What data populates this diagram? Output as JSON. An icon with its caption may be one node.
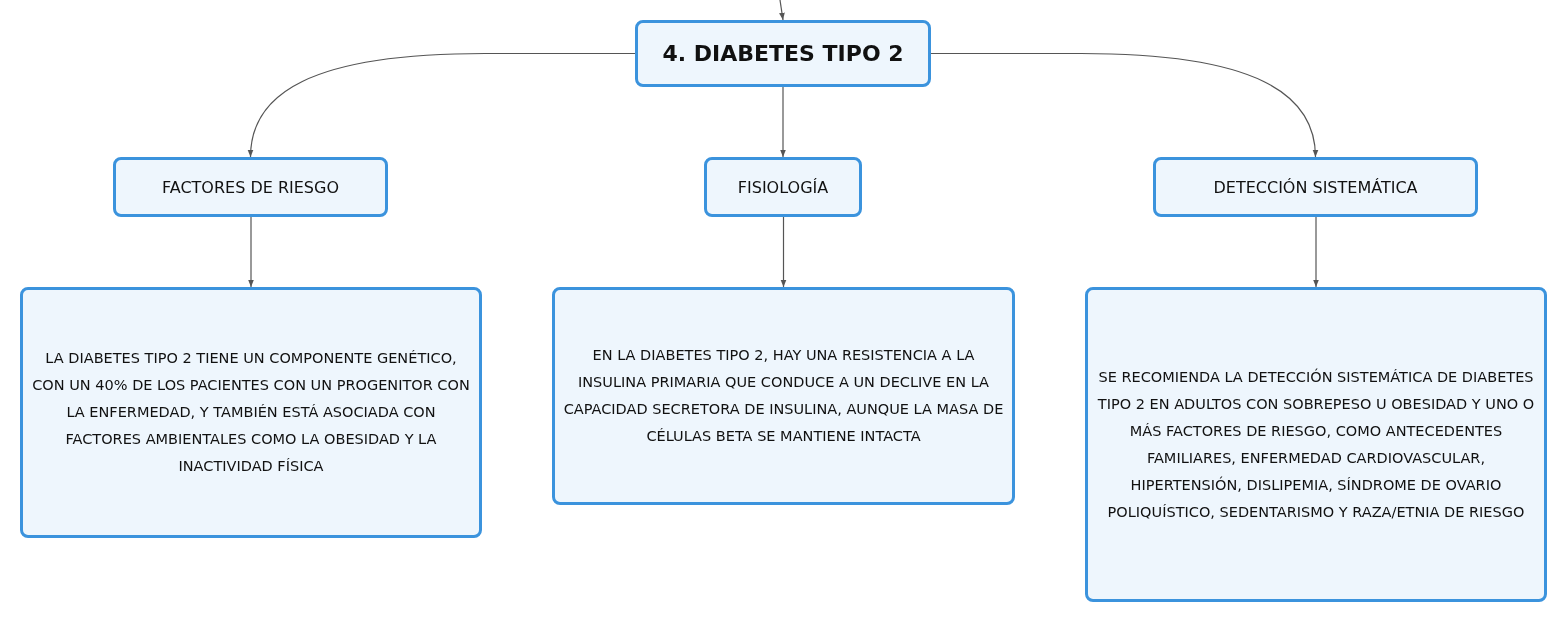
{
  "diagram": {
    "nodes": [
      {
        "text": [
          "4. DIABETES TIPO 2"
        ]
      },
      {
        "text": [
          "FACTORES DE RIESGO"
        ]
      },
      {
        "text": [
          "FISIOLOGÍA"
        ]
      },
      {
        "text": [
          "DETECCIÓN SISTEMÁTICA"
        ]
      },
      {
        "text": [
          "LA DIABETES TIPO 2 TIENE UN COMPONENTE GENÉTICO, CON UN 40% DE LOS PACIENTES CON UN PROGENITOR CON LA ENFERMEDAD, Y TAMBIÉN ESTÁ ASOCIADA CON FACTORES AMBIENTALES COMO LA OBESIDAD Y LA INACTIVIDAD FÍSICA"
        ]
      },
      {
        "text": [
          "EN LA DIABETES TIPO 2, HAY UNA RESISTENCIA A LA INSULINA PRIMARIA QUE CONDUCE A UN DECLIVE EN LA CAPACIDAD SECRETORA DE INSULINA, AUNQUE LA MASA DE CÉLULAS BETA SE MANTIENE INTACTA"
        ]
      },
      {
        "text": [
          "SE RECOMIENDA LA DETECCIÓN SISTEMÁTICA DE DIABETES TIPO 2 EN ADULTOS CON SOBREPESO U OBESIDAD Y UNO O MÁS FACTORES DE RIESGO, COMO ANTECEDENTES FAMILIARES, ENFERMEDAD CARDIOVASCULAR, HIPERTENSIÓN, DISLIPEMIA, SÍNDROME DE OVARIO POLIQUÍSTICO, SEDENTARISMO Y RAZA/ETNIA DE RIESGO"
        ]
      }
    ],
    "edges": [
      {
        "from": null,
        "to": 0,
        "arrow": "to"
      },
      {
        "from": 0,
        "to": 1,
        "arrow": "to"
      },
      {
        "from": 0,
        "to": 2,
        "arrow": "to"
      },
      {
        "from": 0,
        "to": 3,
        "arrow": "to"
      },
      {
        "from": 1,
        "to": 4,
        "arrow": "to"
      },
      {
        "from": 2,
        "to": 5,
        "arrow": "to"
      },
      {
        "from": 3,
        "to": 6,
        "arrow": "to"
      }
    ]
  }
}
